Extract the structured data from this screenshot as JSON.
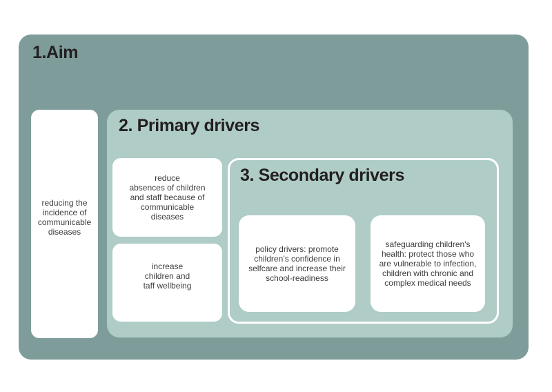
{
  "colors": {
    "page_bg": "#ffffff",
    "aim_bg": "#7e9d9a",
    "primary_bg": "#afccc7",
    "secondary_bg": "#afccc7",
    "card_bg": "#ffffff",
    "heading_text": "#231f20",
    "body_text": "#3c3c3c",
    "secondary_border": "#ffffff"
  },
  "diagram": {
    "aim": {
      "title": "1.Aim",
      "statement": "reducing the\nincidence of\ncommunicable\ndiseases"
    },
    "primary": {
      "title": "2. Primary drivers",
      "cards": [
        {
          "text": "reduce\nabsences of children\nand staff because of\ncommunicable\ndiseases"
        },
        {
          "text": "increase\nchildren and\ntaff wellbeing"
        }
      ]
    },
    "secondary": {
      "title": "3. Secondary drivers",
      "cards": [
        {
          "text": "policy drivers: promote\nchildren’s confidence in\nselfcare and increase their\nschool-readiness"
        },
        {
          "text": "safeguarding children's\nhealth: protect those who\nare vulnerable to infection,\nchildren with chronic and\ncomplex medical needs"
        }
      ]
    }
  }
}
